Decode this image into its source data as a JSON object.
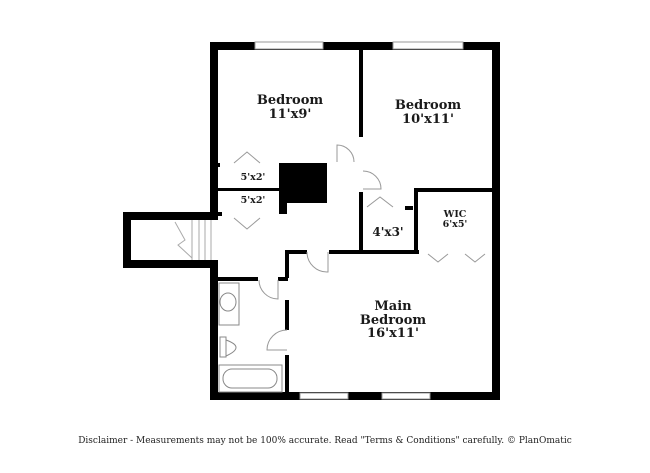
{
  "floorplan": {
    "rooms": [
      {
        "id": "bedroom-1",
        "name": "Bedroom",
        "dims": "11'x9'"
      },
      {
        "id": "bedroom-2",
        "name": "Bedroom",
        "dims": "10'x11'"
      },
      {
        "id": "closet-1",
        "name": "",
        "dims": "5'x2'"
      },
      {
        "id": "closet-2",
        "name": "",
        "dims": "5'x2'"
      },
      {
        "id": "closet-3",
        "name": "",
        "dims": "4'x3'"
      },
      {
        "id": "wic",
        "name": "WIC",
        "dims": "6'x5'"
      },
      {
        "id": "main-bedroom",
        "name_line1": "Main",
        "name_line2": "Bedroom",
        "dims": "16'x11'"
      }
    ],
    "colors": {
      "wall": "#000000",
      "fixture": "#888888",
      "background": "#ffffff"
    }
  },
  "footer": {
    "disclaimer": "Disclaimer - Measurements may not be 100% accurate. Read \"Terms & Conditions\" carefully. © PlanOmatic"
  }
}
